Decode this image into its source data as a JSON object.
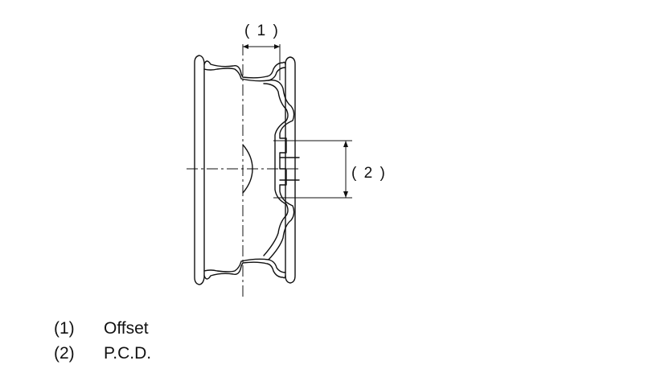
{
  "diagram": {
    "callouts": [
      {
        "id": "1",
        "text": "( 1 )"
      },
      {
        "id": "2",
        "text": "( 2 )"
      }
    ]
  },
  "legend": {
    "items": [
      {
        "number": "(1)",
        "label": "Offset"
      },
      {
        "number": "(2)",
        "label": "P.C.D."
      }
    ]
  }
}
